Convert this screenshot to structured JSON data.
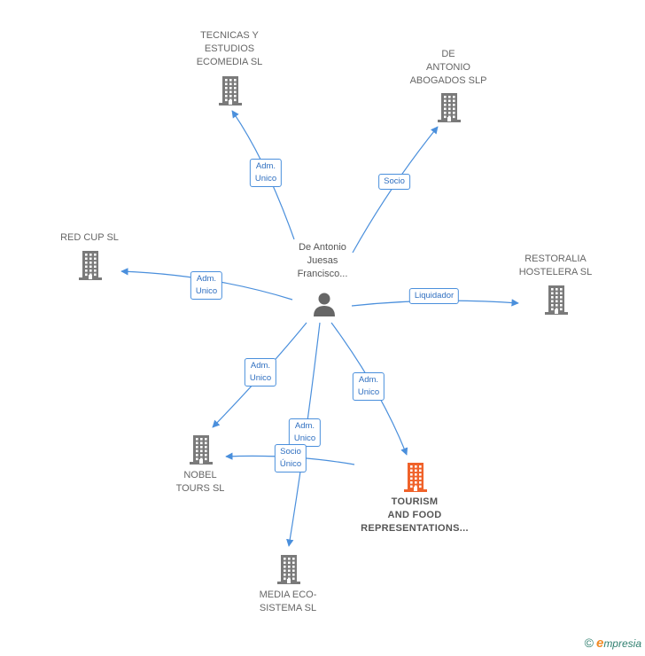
{
  "colors": {
    "edge": "#4a8fdc",
    "company": "#7a7a7a",
    "company_main": "#f0622a",
    "person": "#666666"
  },
  "person": {
    "name_lines": [
      "De Antonio",
      "Juesas",
      "Francisco..."
    ],
    "icon": "person-icon"
  },
  "companies": [
    {
      "id": "tecnicas",
      "lines": [
        "TECNICAS Y",
        "ESTUDIOS",
        "ECOMEDIA  SL"
      ],
      "main": false
    },
    {
      "id": "deantonio",
      "lines": [
        "DE",
        "ANTONIO",
        "ABOGADOS  SLP"
      ],
      "main": false
    },
    {
      "id": "redcup",
      "lines": [
        "RED CUP  SL"
      ],
      "main": false
    },
    {
      "id": "restoralia",
      "lines": [
        "RESTORALIA",
        "HOSTELERA SL"
      ],
      "main": false
    },
    {
      "id": "nobel",
      "lines": [
        "NOBEL",
        "TOURS  SL"
      ],
      "main": false
    },
    {
      "id": "tourism",
      "lines": [
        "TOURISM",
        "AND FOOD",
        "REPRESENTATIONS..."
      ],
      "main": true
    },
    {
      "id": "media",
      "lines": [
        "MEDIA ECO-",
        "SISTEMA  SL"
      ],
      "main": false
    }
  ],
  "edges": [
    {
      "id": "e-tecnicas",
      "lines": [
        "Adm.",
        "Unico"
      ]
    },
    {
      "id": "e-deantonio",
      "lines": [
        "Socio"
      ]
    },
    {
      "id": "e-redcup",
      "lines": [
        "Adm.",
        "Unico"
      ]
    },
    {
      "id": "e-restoralia",
      "lines": [
        "Liquidador"
      ]
    },
    {
      "id": "e-nobel",
      "lines": [
        "Adm.",
        "Unico"
      ]
    },
    {
      "id": "e-tourism",
      "lines": [
        "Adm.",
        "Unico"
      ]
    },
    {
      "id": "e-media",
      "lines": [
        "Adm.",
        "Unico"
      ]
    },
    {
      "id": "e-tourism-nobel",
      "lines": [
        "Socio",
        "Único"
      ]
    }
  ],
  "brand": {
    "copyright": "©",
    "initial": "e",
    "rest": "mpresia"
  }
}
